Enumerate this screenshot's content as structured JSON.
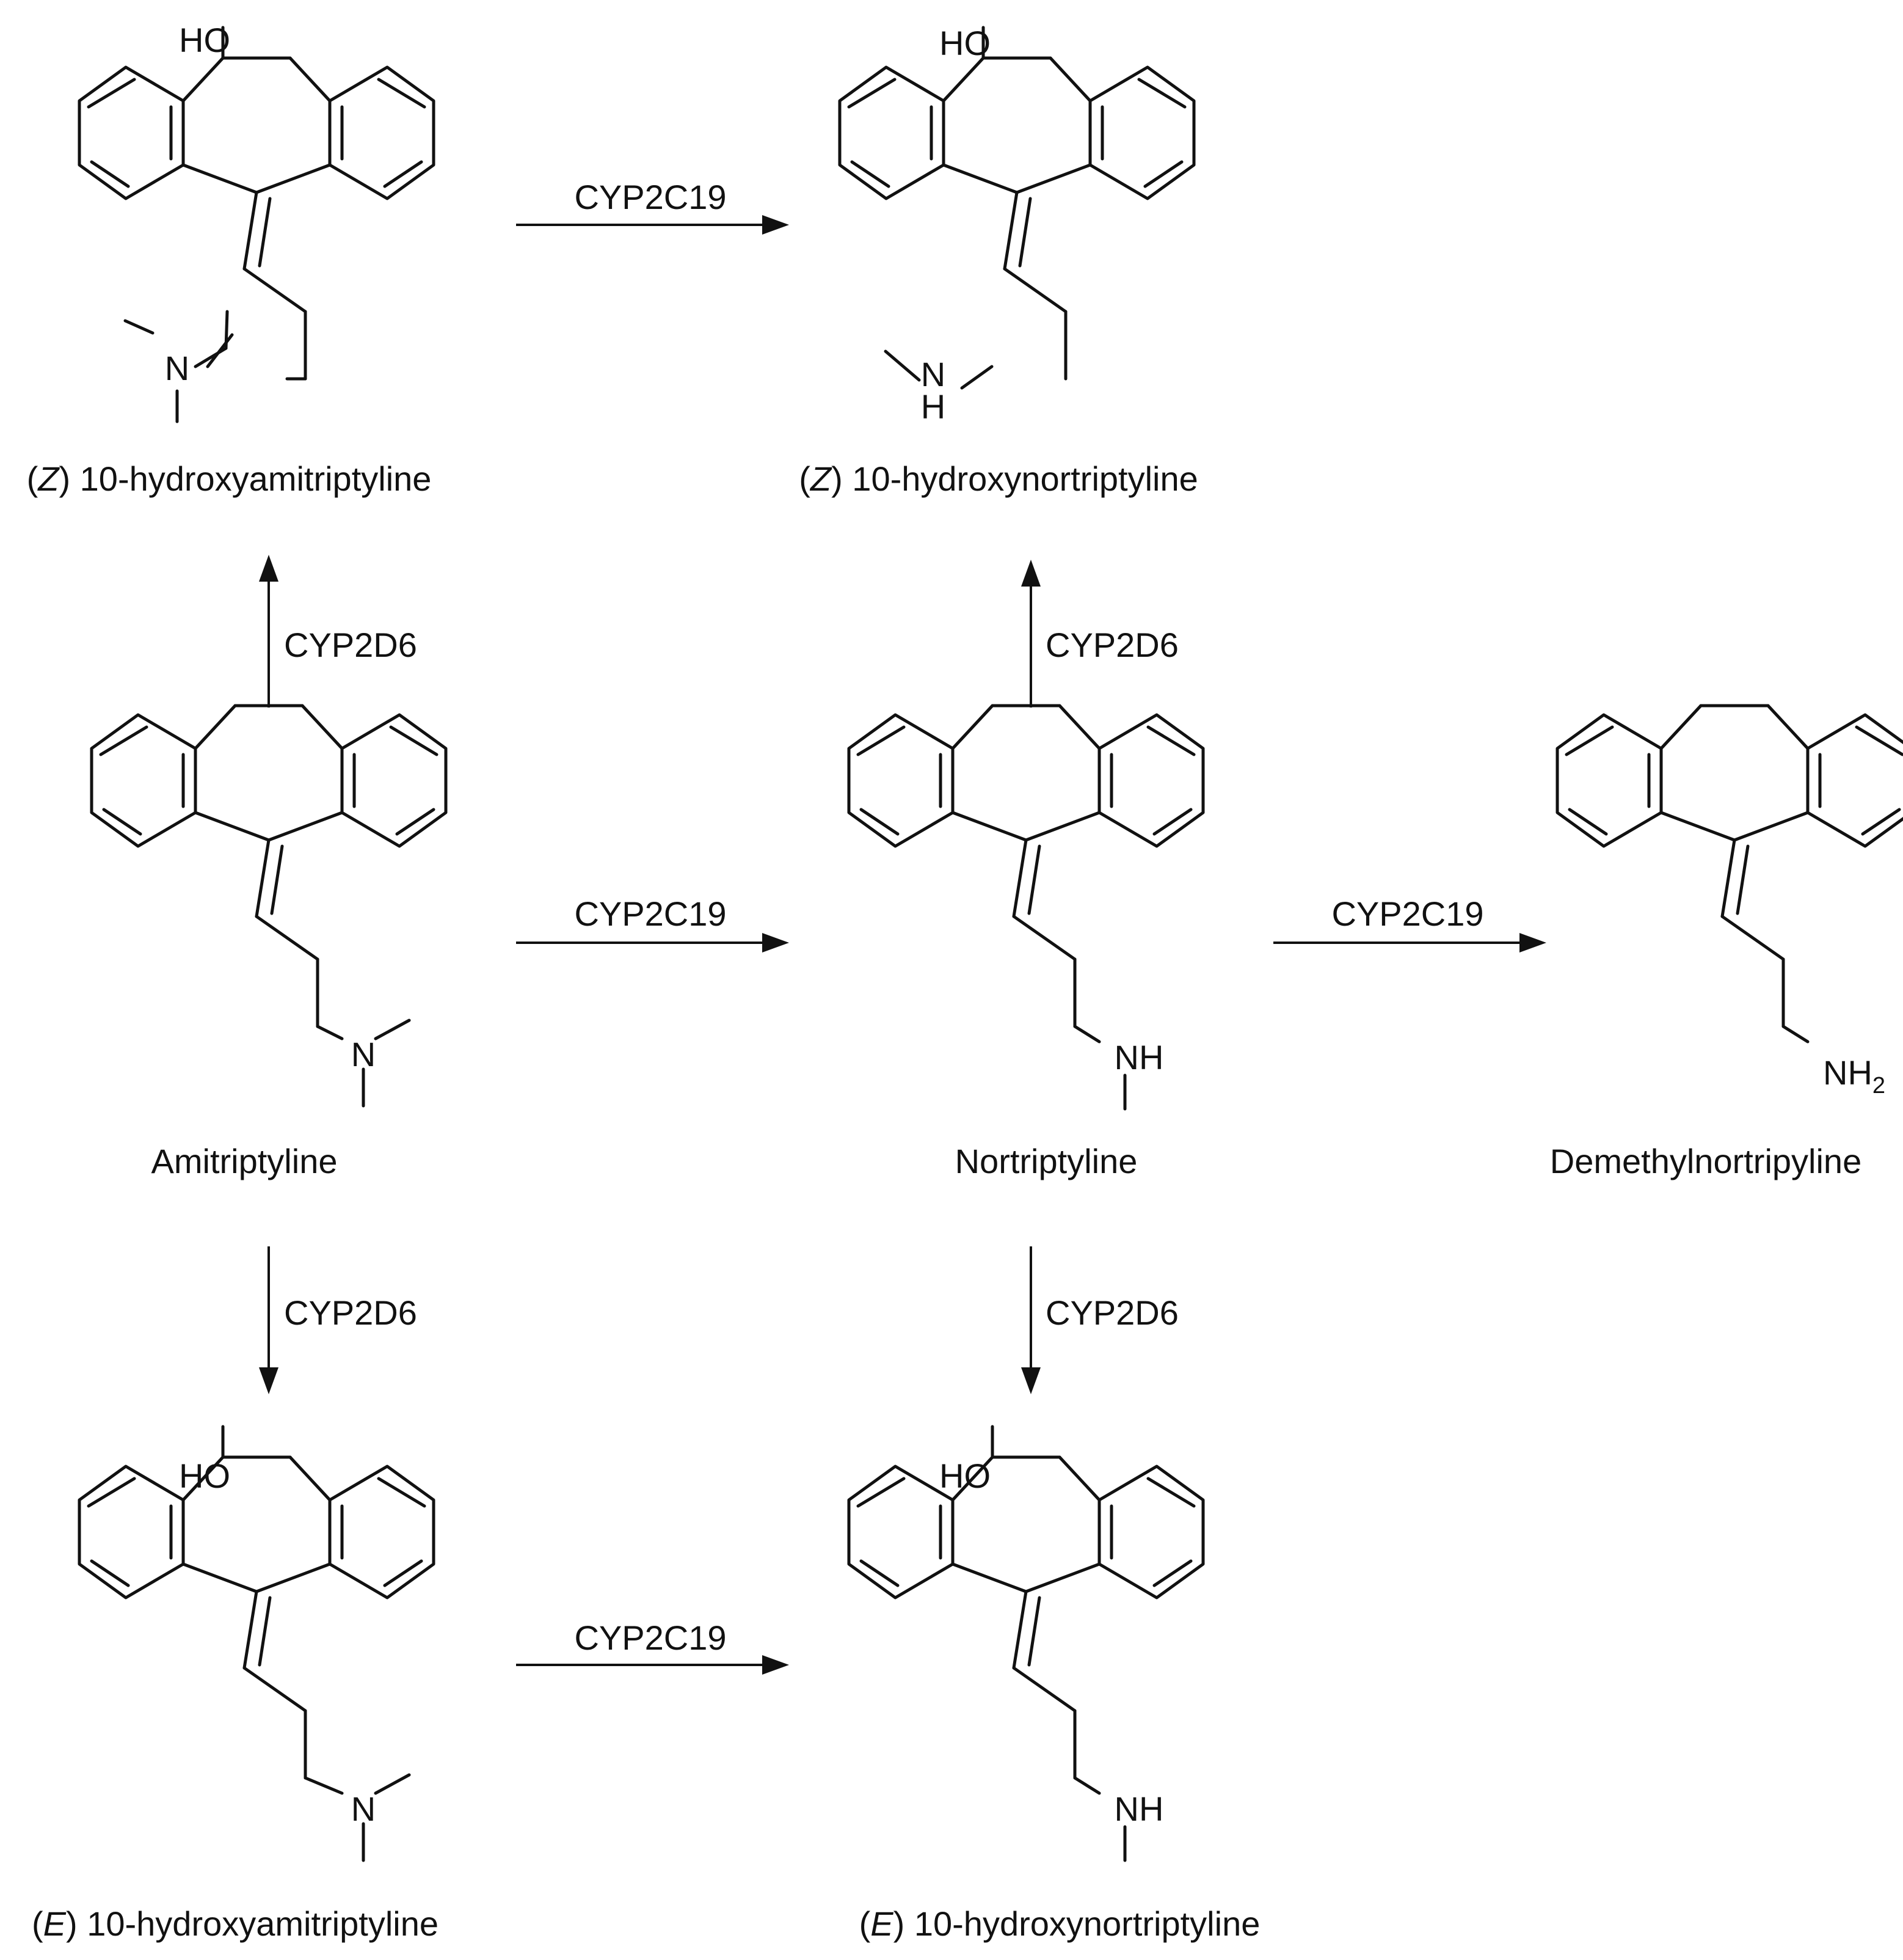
{
  "atoms": {
    "hydroxyl": "HO",
    "nitrogen": "N",
    "hydrogen": "H",
    "amine_nh": "NH",
    "amine_nh2_base": "NH",
    "amine_nh2_subscript": "2"
  },
  "compounds": {
    "amitriptyline": {
      "caption": "Amitriptyline"
    },
    "nortriptyline": {
      "caption": "Nortriptyline"
    },
    "demethylnortriptyline": {
      "caption": "Demethylnortripyline"
    },
    "z_hydroxyamitriptyline": {
      "prefix_open": "(",
      "isomer": "Z",
      "prefix_close": ")",
      "name": " 10-hydroxyamitriptyline"
    },
    "z_hydroxynortriptyline": {
      "prefix_open": "(",
      "isomer": "Z",
      "prefix_close": ")",
      "name": " 10-hydroxynortriptyline"
    },
    "e_hydroxyamitriptyline": {
      "prefix_open": "(",
      "isomer": "E",
      "prefix_close": ")",
      "name": " 10-hydroxyamitriptyline"
    },
    "e_hydroxynortriptyline": {
      "prefix_open": "(",
      "isomer": "E",
      "prefix_close": ")",
      "name": " 10-hydroxynortriptyline"
    }
  },
  "reactions": [
    {
      "id": "z-hydroxylation-demethylation",
      "from": "(Z) 10-hydroxyamitriptyline",
      "to": "(Z) 10-hydroxynortriptyline",
      "enzyme": "CYP2C19"
    },
    {
      "id": "amitriptyline-z-hydroxylation",
      "from": "Amitriptyline",
      "to": "(Z) 10-hydroxyamitriptyline",
      "enzyme": "CYP2D6"
    },
    {
      "id": "nortriptyline-z-hydroxylation",
      "from": "Nortriptyline",
      "to": "(Z) 10-hydroxynortriptyline",
      "enzyme": "CYP2D6"
    },
    {
      "id": "amitriptyline-demethylation",
      "from": "Amitriptyline",
      "to": "Nortriptyline",
      "enzyme": "CYP2C19"
    },
    {
      "id": "nortriptyline-demethylation",
      "from": "Nortriptyline",
      "to": "Demethylnortripyline",
      "enzyme": "CYP2C19"
    },
    {
      "id": "amitriptyline-e-hydroxylation",
      "from": "Amitriptyline",
      "to": "(E) 10-hydroxyamitriptyline",
      "enzyme": "CYP2D6"
    },
    {
      "id": "nortriptyline-e-hydroxylation",
      "from": "Nortriptyline",
      "to": "(E) 10-hydroxynortriptyline",
      "enzyme": "CYP2D6"
    },
    {
      "id": "e-hydroxylation-demethylation",
      "from": "(E) 10-hydroxyamitriptyline",
      "to": "(E) 10-hydroxynortriptyline",
      "enzyme": "CYP2C19"
    }
  ]
}
